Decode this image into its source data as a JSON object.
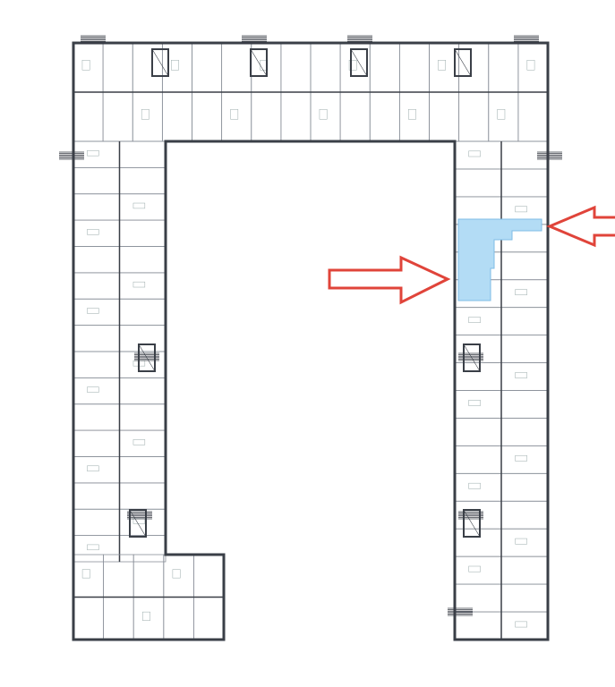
{
  "plan": {
    "wall_color": "#3a3f47",
    "thin_color": "#8a9099",
    "highlight_color": "#b3dcf5",
    "highlight_stroke": "#7fbde6",
    "arrow_color": "#e0443a"
  },
  "arrows": [
    {
      "name": "arrow-right-pointing",
      "direction": "right"
    },
    {
      "name": "arrow-left-pointing",
      "direction": "left"
    }
  ]
}
